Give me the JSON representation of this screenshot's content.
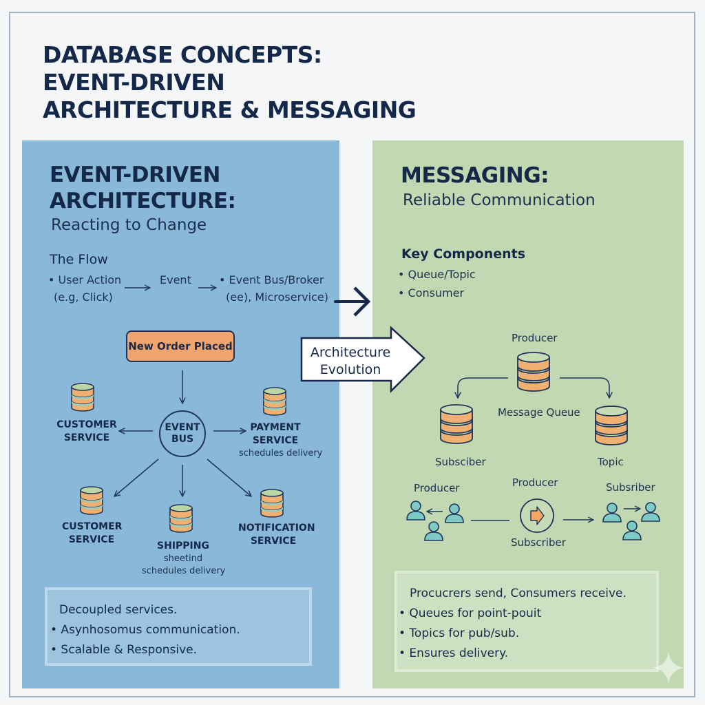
{
  "title": {
    "lines": [
      "DATABASE CONCEPTS:",
      "EVENT-DRIVEN",
      "ARCHITECTURE & MESSAGING"
    ]
  },
  "colors": {
    "blue_panel": "#8ab8d8",
    "green_panel": "#c1d8b2",
    "accent_orange": "#f0a56e",
    "db_green": "#bcd7a6",
    "person_teal": "#7ecbc6",
    "navy_text": "#14294a"
  },
  "event_driven": {
    "heading_line1": "EVENT-DRIVEN",
    "heading_line2": "ARCHITECTURE:",
    "subheading": "Reacting to Change",
    "flow": {
      "title": "The Flow",
      "step1_line1": "• User Action",
      "step1_line2": "(e.g, Click)",
      "step2": "Event",
      "step3_line1": "• Event Bus/Broker",
      "step3_line2": "(ee), Microservice)"
    },
    "diagram": {
      "trigger": "New Order Placed",
      "hub_line1": "EVENT",
      "hub_line2": "BUS",
      "nodes": [
        {
          "label_line1": "CUSTOMER",
          "label_line2": "SERVICE",
          "note": "",
          "icon": "database-icon"
        },
        {
          "label_line1": "PAYMENT",
          "label_line2": "SERVICE",
          "note": "schedules delivery",
          "icon": "database-icon"
        },
        {
          "label_line1": "CUSTOMER",
          "label_line2": "SERVICE",
          "note": "",
          "icon": "database-icon"
        },
        {
          "label_line1": "SHIPPING",
          "label_line2": "sheetind",
          "note": "schedules delivery",
          "icon": "database-icon"
        },
        {
          "label_line1": "NOTIFICATION",
          "label_line2": "SERVICE",
          "note": "",
          "icon": "database-icon"
        }
      ]
    },
    "summary": [
      "Decoupled services.",
      "• Asynhosomus communication.",
      "• Scalable & Responsive."
    ]
  },
  "transition": {
    "label_line1": "Architecture",
    "label_line2": "Evolution",
    "icon": "arrow-right-icon"
  },
  "messaging": {
    "heading": "MESSAGING:",
    "subheading": "Reliable Communication",
    "components_title": "Key Components",
    "components": [
      "• Queue/Topic",
      "• Consumer"
    ],
    "queue_diagram": {
      "top_label": "Producer",
      "center_label": "Message Queue",
      "left_label": "Subsciber",
      "right_label": "Topic"
    },
    "pubsub_diagram": {
      "left_label": "Producer",
      "center_top_label": "Producer",
      "center_bottom_label": "Subscriber",
      "right_label": "Subsriber"
    },
    "summary": [
      "Procucrers send, Consumers receive.",
      "• Queues for point-pouit",
      "• Topics for pub/sub.",
      "• Ensures delivery."
    ]
  }
}
